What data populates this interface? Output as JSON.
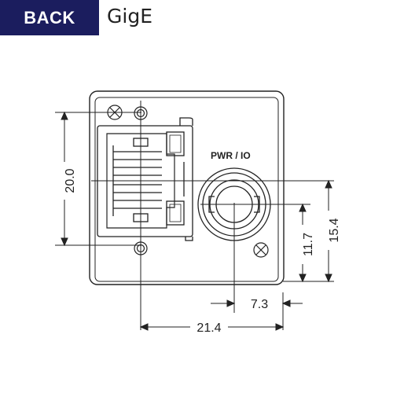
{
  "header": {
    "back_label": "BACK",
    "title": "GigE"
  },
  "drawing": {
    "connector_label": "PWR / IO",
    "dimensions": {
      "height_total": "20.0",
      "connector_height_a": "11.7",
      "connector_height_b": "15.4",
      "connector_offset": "7.3",
      "width_total": "21.4"
    }
  }
}
